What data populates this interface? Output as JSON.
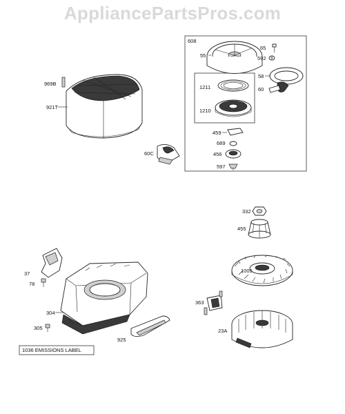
{
  "watermark": "AppliancePartsPros.com",
  "labels": {
    "l608": "608",
    "l55": "55",
    "l65": "65",
    "l592": "592",
    "l58": "58",
    "l60": "60",
    "l1211": "1211",
    "l1210": "1210",
    "l459": "459",
    "l689": "689",
    "l456": "456",
    "l597": "597",
    "l969B": "969B",
    "l921T": "921T",
    "l60C": "60C",
    "l332": "332",
    "l455": "455",
    "l1005": "1005",
    "l363": "363",
    "l23A": "23A",
    "l37": "37",
    "l78": "78",
    "l304": "304",
    "l305": "305",
    "l925": "925",
    "emissions": "1036 EMISSIONS LABEL"
  }
}
